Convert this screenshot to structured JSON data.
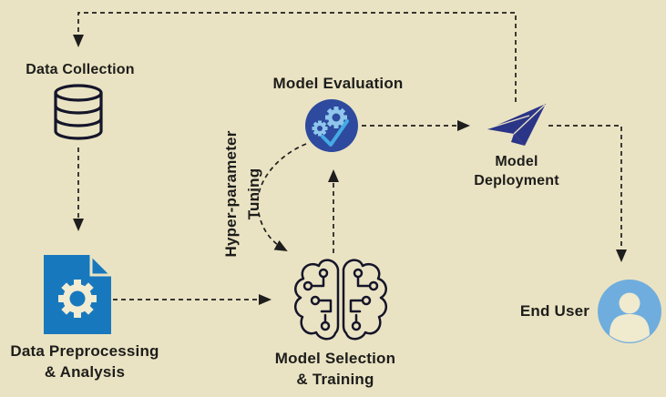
{
  "diagram": {
    "background_color": "#EAE3C3",
    "line_color": "#1E1E1E",
    "text_color": "#1D1D1B",
    "nodes": {
      "data_collection": {
        "label": "Data Collection",
        "icon": "database-icon"
      },
      "data_preprocessing": {
        "label": "Data Preprocessing\n& Analysis",
        "icon": "document-gear-icon",
        "icon_color": "#1878BE"
      },
      "model_selection": {
        "label": "Model Selection\n& Training",
        "icon": "circuit-brain-icon"
      },
      "model_evaluation": {
        "label": "Model Evaluation",
        "icon": "gears-check-icon",
        "icon_color": "#2D4A9E",
        "gear_color": "#8FC6EC",
        "check_color": "#45ABE5"
      },
      "model_deployment": {
        "label": "Model\nDeployment",
        "icon": "paper-plane-icon",
        "icon_color": "#2B3588"
      },
      "end_user": {
        "label": "End User",
        "icon": "person-icon",
        "icon_color": "#6FADDE"
      }
    },
    "edge_label": {
      "text": "Hyper-parameter\nTuning"
    },
    "edges": [
      "model_deployment -> data_collection",
      "data_collection -> data_preprocessing",
      "data_preprocessing -> model_selection",
      "model_selection -> model_evaluation",
      "model_evaluation -> model_deployment",
      "model_evaluation -> model_selection (hyper-parameter tuning)",
      "model_deployment -> end_user"
    ]
  }
}
